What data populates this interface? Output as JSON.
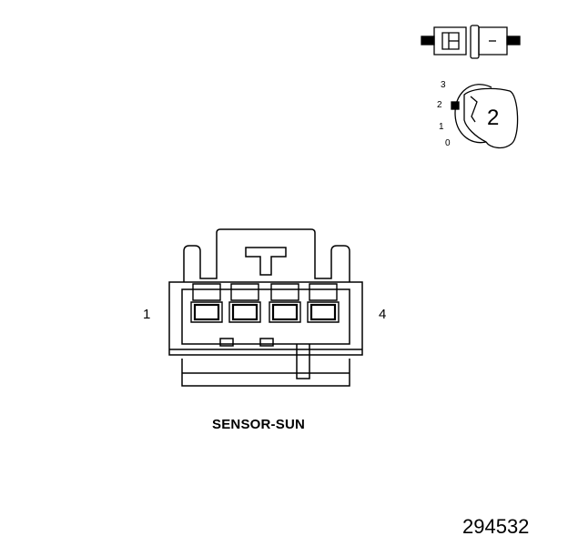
{
  "diagram": {
    "connector_name": "SENSOR-SUN",
    "pin_labels": {
      "first": "1",
      "last": "4"
    },
    "figure_number": "294532",
    "view_indicator": {
      "scale_labels": [
        "3",
        "2",
        "1",
        "0"
      ],
      "selected_number": "2"
    }
  }
}
